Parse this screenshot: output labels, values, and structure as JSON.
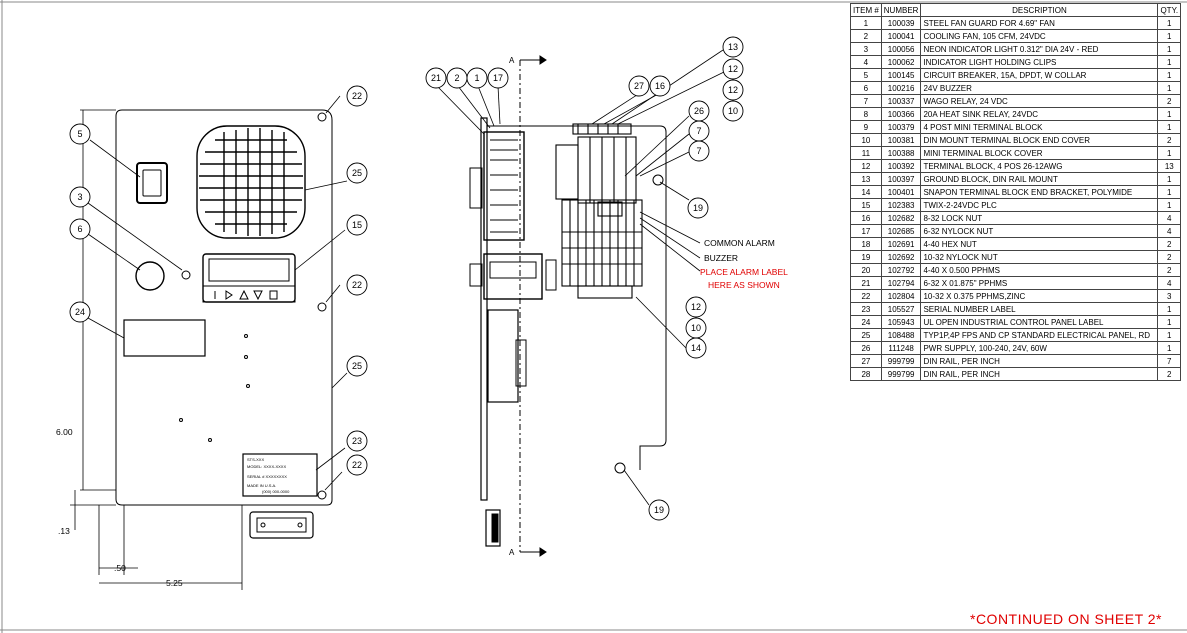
{
  "bom": {
    "headers": {
      "item": "ITEM #",
      "number": "NUMBER",
      "description": "DESCRIPTION",
      "qty": "QTY."
    },
    "rows": [
      {
        "item": "1",
        "number": "100039",
        "description": "STEEL FAN GUARD FOR 4.69\" FAN",
        "qty": "1"
      },
      {
        "item": "2",
        "number": "100041",
        "description": "COOLING FAN, 105 CFM, 24VDC",
        "qty": "1"
      },
      {
        "item": "3",
        "number": "100056",
        "description": "NEON INDICATOR LIGHT 0.312\" DIA 24V - RED",
        "qty": "1"
      },
      {
        "item": "4",
        "number": "100062",
        "description": "INDICATOR LIGHT HOLDING CLIPS",
        "qty": "1"
      },
      {
        "item": "5",
        "number": "100145",
        "description": "CIRCUIT BREAKER, 15A, DPDT, W COLLAR",
        "qty": "1"
      },
      {
        "item": "6",
        "number": "100216",
        "description": "24V BUZZER",
        "qty": "1"
      },
      {
        "item": "7",
        "number": "100337",
        "description": "WAGO RELAY, 24 VDC",
        "qty": "2"
      },
      {
        "item": "8",
        "number": "100366",
        "description": "20A HEAT SINK RELAY, 24VDC",
        "qty": "1"
      },
      {
        "item": "9",
        "number": "100379",
        "description": "4 POST MINI TERMINAL BLOCK",
        "qty": "1"
      },
      {
        "item": "10",
        "number": "100381",
        "description": "DIN MOUNT TERMINAL BLOCK END COVER",
        "qty": "2"
      },
      {
        "item": "11",
        "number": "100388",
        "description": "MINI TERMINAL BLOCK COVER",
        "qty": "1"
      },
      {
        "item": "12",
        "number": "100392",
        "description": "TERMINAL BLOCK, 4 POS 26-12AWG",
        "qty": "13"
      },
      {
        "item": "13",
        "number": "100397",
        "description": "GROUND BLOCK, DIN RAIL MOUNT",
        "qty": "1"
      },
      {
        "item": "14",
        "number": "100401",
        "description": "SNAPON TERMINAL BLOCK END BRACKET, POLYMIDE",
        "qty": "1"
      },
      {
        "item": "15",
        "number": "102383",
        "description": "TWIX-2-24VDC PLC",
        "qty": "1"
      },
      {
        "item": "16",
        "number": "102682",
        "description": "8-32 LOCK NUT",
        "qty": "4"
      },
      {
        "item": "17",
        "number": "102685",
        "description": "6-32 NYLOCK NUT",
        "qty": "4"
      },
      {
        "item": "18",
        "number": "102691",
        "description": "4-40 HEX NUT",
        "qty": "2"
      },
      {
        "item": "19",
        "number": "102692",
        "description": "10-32 NYLOCK NUT",
        "qty": "2"
      },
      {
        "item": "20",
        "number": "102792",
        "description": "4-40 X 0.500 PPHMS",
        "qty": "2"
      },
      {
        "item": "21",
        "number": "102794",
        "description": "6-32 X 01.875\" PPHMS",
        "qty": "4"
      },
      {
        "item": "22",
        "number": "102804",
        "description": "10-32 X 0.375 PPHMS,ZINC",
        "qty": "3"
      },
      {
        "item": "23",
        "number": "105527",
        "description": "SERIAL NUMBER LABEL",
        "qty": "1"
      },
      {
        "item": "24",
        "number": "105943",
        "description": "UL OPEN INDUSTRIAL CONTROL PANEL LABEL",
        "qty": "1"
      },
      {
        "item": "25",
        "number": "108488",
        "description": "TYP1P,4P FPS AND CP STANDARD ELECTRICAL PANEL, RD",
        "qty": "1"
      },
      {
        "item": "26",
        "number": "111248",
        "description": "PWR SUPPLY, 100-240, 24V, 60W",
        "qty": "1"
      },
      {
        "item": "27",
        "number": "999799",
        "description": "DIN RAIL, PER INCH",
        "qty": "7"
      },
      {
        "item": "28",
        "number": "999799",
        "description": "DIN RAIL, PER INCH",
        "qty": "2"
      }
    ]
  },
  "callouts": {
    "front": [
      "5",
      "3",
      "6",
      "24",
      "22",
      "25",
      "15",
      "22",
      "25",
      "23",
      "22"
    ],
    "side_top": [
      "21",
      "2",
      "1",
      "17",
      "27",
      "16",
      "13",
      "12",
      "12",
      "10",
      "26",
      "7",
      "7"
    ],
    "side_right": [
      "19",
      "12",
      "10",
      "14",
      "19"
    ]
  },
  "notes": {
    "common_alarm": "COMMON ALARM",
    "buzzer": "BUZZER",
    "place_label_1": "PLACE ALARM LABEL",
    "place_label_2": "HERE AS SHOWN"
  },
  "section_marks": {
    "top": "A",
    "bottom": "A"
  },
  "dimensions": {
    "height": "6.00",
    "bottom_offset": ".13",
    "left_offset": ".50",
    "width": "5.25"
  },
  "serial_label": {
    "line1": "STS-XXX",
    "line2": "MODEL: XXXX-XXXX",
    "line3": "SERIAL # XXXXXXXX",
    "line4": "MADE IN U.S.A.",
    "line5": "(000) 000-0000"
  },
  "footer": {
    "continued": "*CONTINUED ON SHEET 2*"
  },
  "colors": {
    "red_note": "#e00000",
    "line": "#000000"
  }
}
